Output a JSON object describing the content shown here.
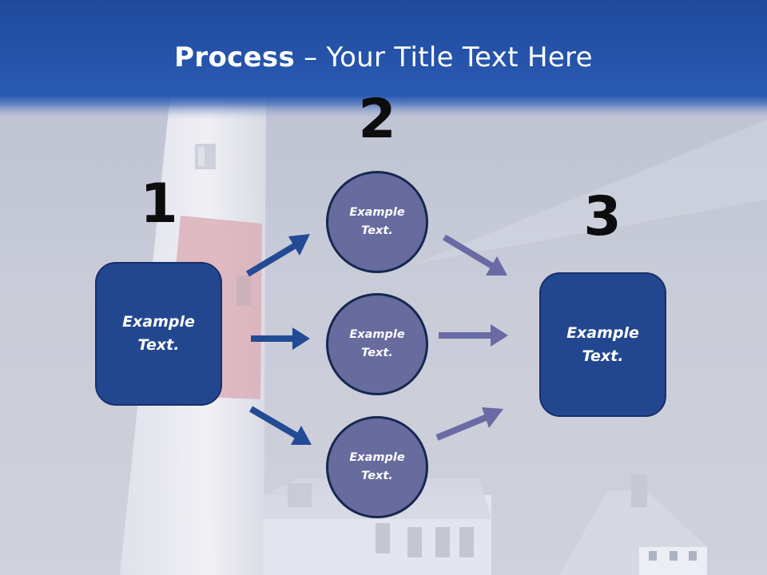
{
  "title": {
    "bold": "Process",
    "rest": " – Your Title Text Here"
  },
  "steps": [
    {
      "number": "1",
      "box_text": "Example\nText."
    },
    {
      "number": "2"
    },
    {
      "number": "3",
      "box_text": "Example\nText."
    }
  ],
  "circles": [
    {
      "text": "Example\nText."
    },
    {
      "text": "Example\nText."
    },
    {
      "text": "Example\nText."
    }
  ],
  "colors": {
    "title_bar": "#2250a6",
    "box_fill": "#23478f",
    "circle_fill": "#686b9e",
    "arrow_left": "#234a94",
    "arrow_right": "#6a6aa4"
  }
}
